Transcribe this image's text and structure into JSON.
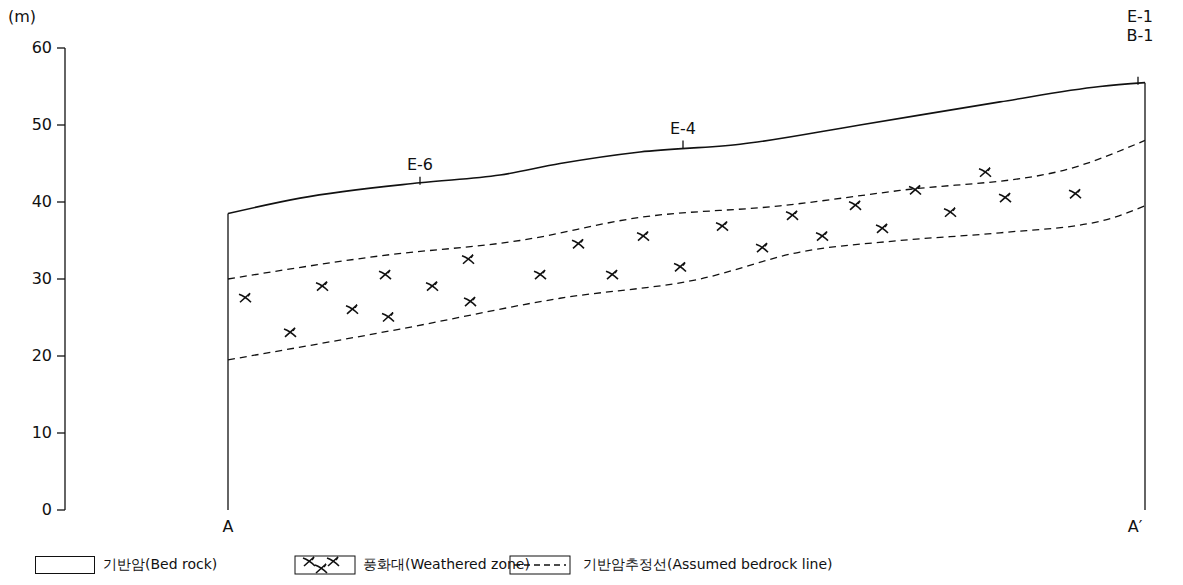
{
  "diagram": {
    "labels": [
      "(m)",
      "60",
      "50",
      "40",
      "30",
      "20",
      "10",
      "0",
      "E-6",
      "E-4",
      "E-1",
      "B-1",
      "A",
      "A′"
    ],
    "legend": [
      {
        "text": "기반암(Bed rock)",
        "color": "#ffffff"
      },
      {
        "text": "풍화대(Weathered zone)"
      },
      {
        "text": "기반암추정선(Assumed bedrock line)"
      }
    ]
  }
}
